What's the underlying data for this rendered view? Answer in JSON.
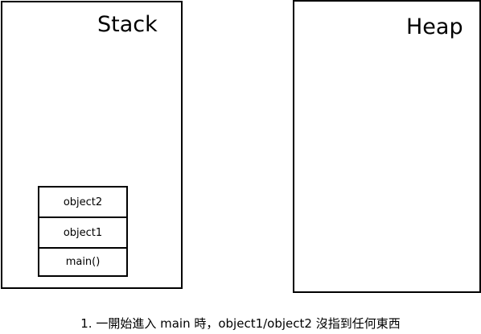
{
  "stack": {
    "title": "Stack",
    "frames": [
      {
        "label": "object2"
      },
      {
        "label": "object1"
      },
      {
        "label": "main()"
      }
    ]
  },
  "heap": {
    "title": "Heap"
  },
  "caption": "1. 一開始進入 main 時，object1/object2 沒指到任何東西"
}
